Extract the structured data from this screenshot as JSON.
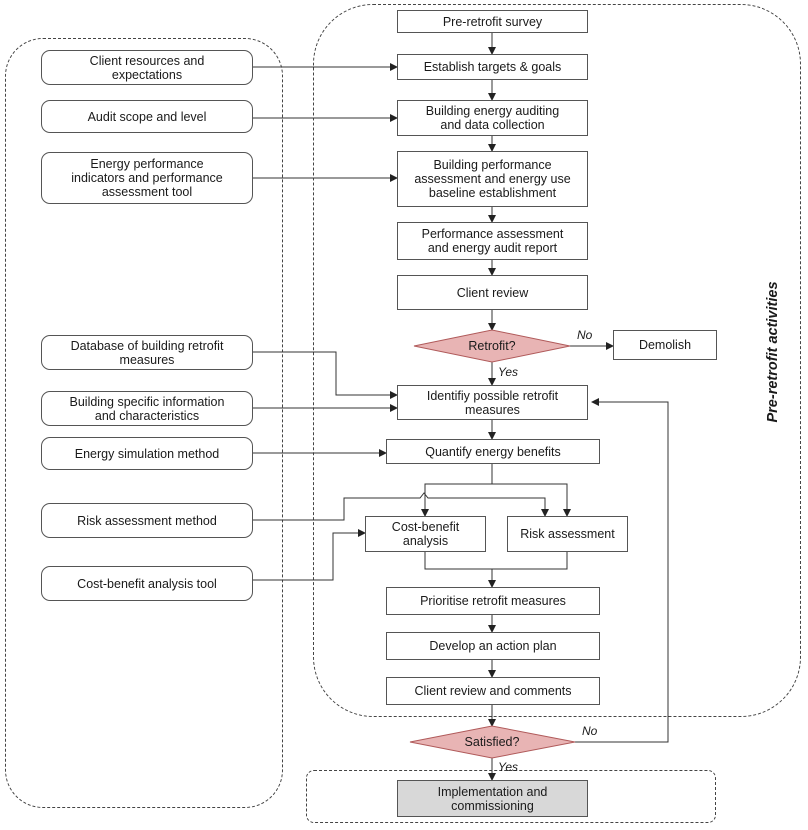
{
  "colors": {
    "diamond_fill": "#e8b4b4",
    "diamond_stroke": "#b05a5a",
    "box_stroke": "#555555",
    "grey_fill": "#d8d8d8"
  },
  "side_label": "Pre-retrofit activities",
  "inputs": {
    "client_resources": "Client resources and\nexpectations",
    "audit_scope": "Audit scope and level",
    "epi_tool": "Energy performance\nindicators and performance\nassessment tool",
    "database": "Database of building retrofit\nmeasures",
    "building_specific": "Building specific information\nand characteristics",
    "energy_sim": "Energy simulation method",
    "risk_method": "Risk assessment  method",
    "cba_tool": "Cost-benefit analysis tool"
  },
  "process": {
    "pre_retrofit_survey": "Pre-retrofit survey",
    "targets": "Establish targets & goals",
    "auditing": "Building energy auditing\nand data collection",
    "performance": "Building performance\nassessment and energy use\nbaseline establishment",
    "audit_report": "Performance assessment\nand energy audit report",
    "client_review": "Client review",
    "retrofit_q": "Retrofit?",
    "demolish": "Demolish",
    "identify": "Identifiy possible retrofit\nmeasures",
    "quantify": "Quantify energy benefits",
    "cost_benefit": "Cost-benefit\nanalysis",
    "risk_assessment": "Risk assessment",
    "prioritise": "Prioritise retrofit measures",
    "action_plan": "Develop an action plan",
    "client_review_comments": "Client review and comments",
    "satisfied_q": "Satisfied?",
    "implementation": "Implementation and\ncommissioning"
  },
  "labels": {
    "no1": "No",
    "yes1": "Yes",
    "no2": "No",
    "yes2": "Yes"
  }
}
